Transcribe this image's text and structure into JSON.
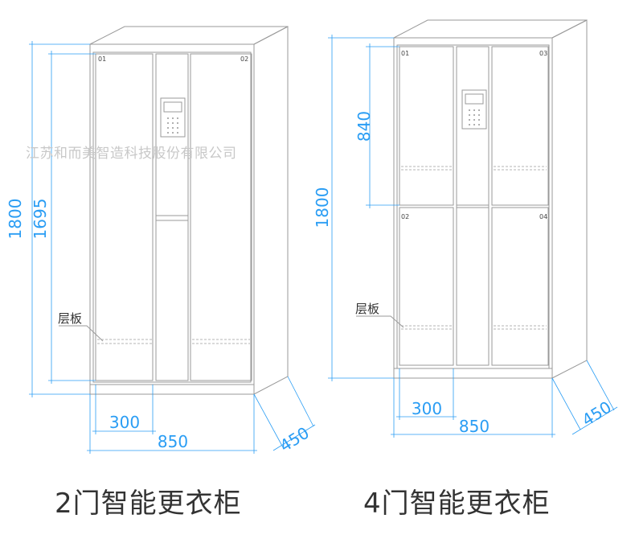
{
  "watermark": "江苏和而美智造科技股份有限公司",
  "colors": {
    "dimension": "#2a9df4",
    "outline": "#9a9a9a",
    "caption": "#333333"
  },
  "cabinet_2door": {
    "caption": "2门智能更衣柜",
    "door_numbers": [
      "01",
      "02"
    ],
    "shelf_label": "层板",
    "dims": {
      "total_height": "1800",
      "door_height": "1695",
      "door_width": "300",
      "total_width": "850",
      "depth": "450"
    }
  },
  "cabinet_4door": {
    "caption": "4门智能更衣柜",
    "door_numbers": [
      "01",
      "03",
      "02",
      "04"
    ],
    "shelf_label": "层板",
    "dims": {
      "total_height": "1800",
      "door_height": "840",
      "door_width": "300",
      "total_width": "850",
      "depth": "450"
    }
  }
}
